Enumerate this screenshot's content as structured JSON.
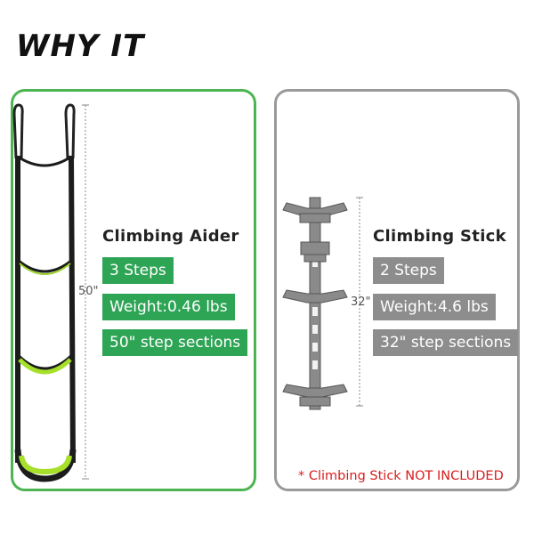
{
  "headline": "WHY IT",
  "left_panel": {
    "title": "Climbing Aider",
    "tags": [
      "3 Steps",
      "Weight:0.46 lbs",
      "50\" step sections"
    ],
    "dimension": "50\"",
    "accent_color": "#2ea455",
    "image": "climbing-aider-ladder"
  },
  "right_panel": {
    "title": "Climbing Stick",
    "tags": [
      "2 Steps",
      "Weight:4.6 lbs",
      "32\" step sections"
    ],
    "dimension": "32\"",
    "accent_color": "#8d8d8d",
    "image": "climbing-stick"
  },
  "note": "* Climbing Stick NOT INCLUDED"
}
